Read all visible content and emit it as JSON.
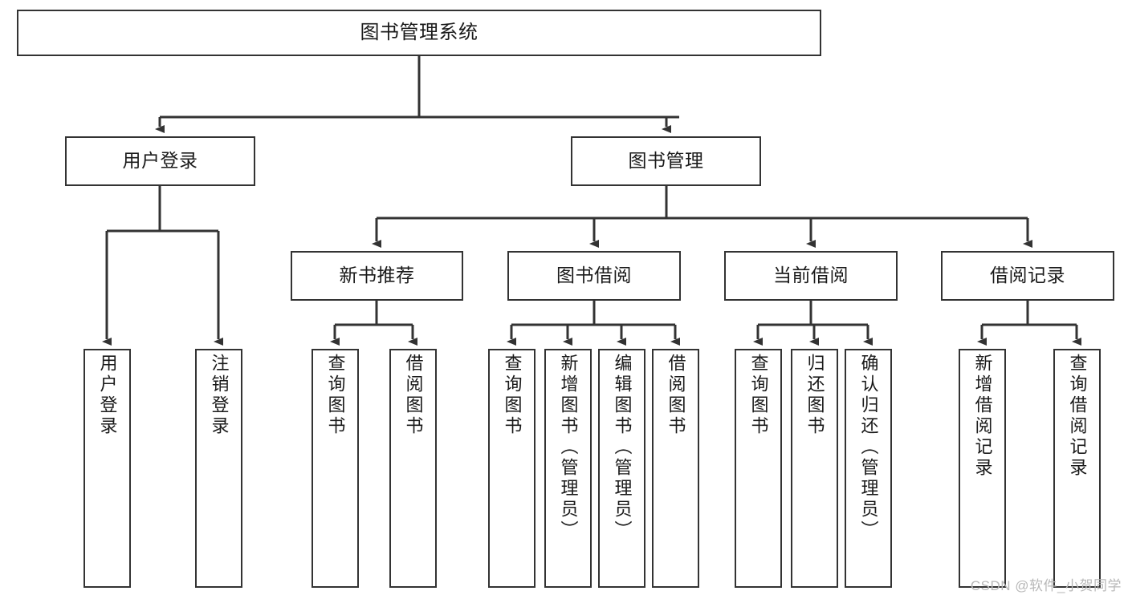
{
  "diagram": {
    "title": "图书管理系统",
    "type": "tree-structure-chart",
    "colors": {
      "box_border": "#333333",
      "box_fill": "#ffffff",
      "edge": "#333333",
      "text": "#1a1a1a",
      "watermark": "#b8b8b8",
      "background": "#ffffff"
    },
    "nodes": {
      "root": {
        "label": "图书管理系统"
      },
      "level1": [
        {
          "id": "user-login",
          "label": "用户登录"
        },
        {
          "id": "book-manage",
          "label": "图书管理"
        }
      ],
      "level2": [
        {
          "id": "new-book-recommend",
          "label": "新书推荐"
        },
        {
          "id": "book-borrow",
          "label": "图书借阅"
        },
        {
          "id": "current-borrow",
          "label": "当前借阅"
        },
        {
          "id": "borrow-record",
          "label": "借阅记录"
        }
      ],
      "leaves": {
        "user-login": [
          {
            "id": "leaf-user-login",
            "label": "用户登录"
          },
          {
            "id": "leaf-logout-login",
            "label": "注销登录"
          }
        ],
        "new-book-recommend": [
          {
            "id": "leaf-query-book-1",
            "label": "查询图书"
          },
          {
            "id": "leaf-borrow-book-1",
            "label": "借阅图书"
          }
        ],
        "book-borrow": [
          {
            "id": "leaf-query-book-2",
            "label": "查询图书"
          },
          {
            "id": "leaf-add-book",
            "label": "新增图书（管理员）"
          },
          {
            "id": "leaf-edit-book",
            "label": "编辑图书（管理员）"
          },
          {
            "id": "leaf-borrow-book-2",
            "label": "借阅图书"
          }
        ],
        "current-borrow": [
          {
            "id": "leaf-query-book-3",
            "label": "查询图书"
          },
          {
            "id": "leaf-return-book",
            "label": "归还图书"
          },
          {
            "id": "leaf-confirm-return",
            "label": "确认归还（管理员）"
          }
        ],
        "borrow-record": [
          {
            "id": "leaf-add-record",
            "label": "新增借阅记录"
          },
          {
            "id": "leaf-query-record",
            "label": "查询借阅记录"
          }
        ]
      }
    },
    "watermark": "CSDN @软件_小贺同学"
  }
}
